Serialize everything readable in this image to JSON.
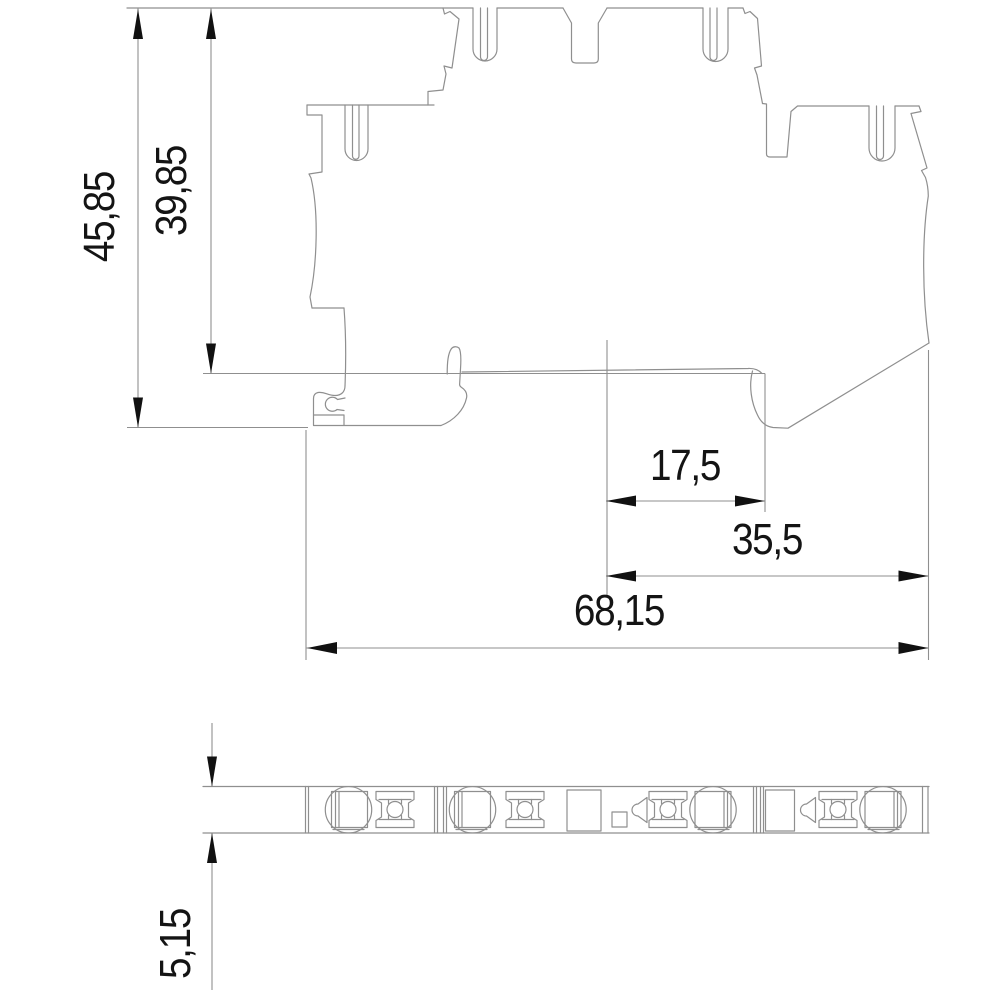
{
  "drawing": {
    "dimensions": {
      "overall_height": "45,85",
      "height_above_rail": "39,85",
      "upper_offset": "17,5",
      "lower_offset": "35,5",
      "overall_width": "68,15",
      "profile_thickness": "5,15"
    },
    "colors": {
      "line": "#8f8f8f",
      "arrow": "#111111",
      "text": "#141414",
      "background": "#ffffff"
    }
  }
}
